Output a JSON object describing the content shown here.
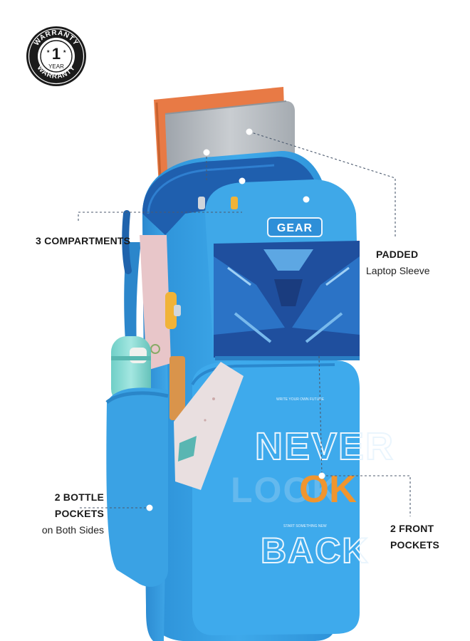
{
  "badge": {
    "top_text": "WARRANTY",
    "bottom_text": "WARRANTY",
    "number": "1",
    "unit": "YEAR"
  },
  "brand": {
    "logo": "GEAR"
  },
  "print": {
    "small_top": "WRITE YOUR OWN FUTURE",
    "never": "NEVER",
    "look": "LOOK",
    "ok": "OK",
    "back": "BACK",
    "small_bottom": "START SOMETHING NEW"
  },
  "features": {
    "compartments": {
      "title": "3 COMPARTMENTS"
    },
    "laptop": {
      "title": "PADDED",
      "subtitle": "Laptop Sleeve"
    },
    "bottle": {
      "title_line1": "2 BOTTLE",
      "title_line2": "POCKETS",
      "subtitle": "on Both Sides"
    },
    "front": {
      "title_line1": "2 FRONT",
      "title_line2": "POCKETS"
    }
  },
  "colors": {
    "bag_blue": "#3aa3e4",
    "bag_dark": "#1d63b5",
    "accent_yellow": "#f2b233",
    "accent_orange": "#e98a2b",
    "book_orange": "#e86a3a",
    "laptop_grey": "#b4b9bf",
    "bottle_teal": "#7fd6cf"
  }
}
